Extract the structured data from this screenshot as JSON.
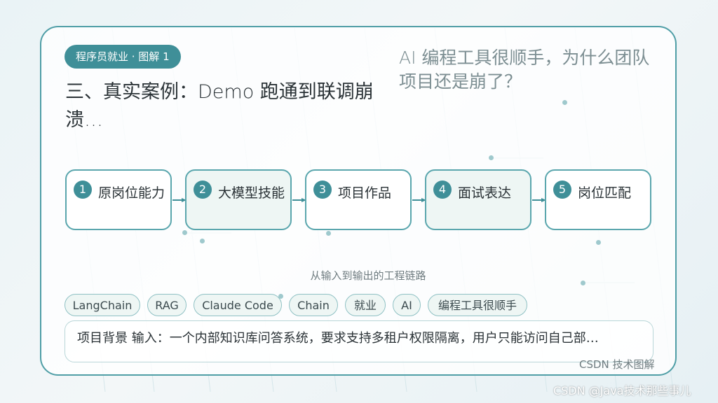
{
  "header": {
    "tag": "程序员就业 · 图解 1",
    "title_main": "三、真实案例：Demo 跑通到联调崩溃…",
    "title_side": "AI 编程工具很顺手，为什么团队项目还是崩了？"
  },
  "flow": {
    "steps": [
      {
        "num": "1",
        "label": "原岗位能力"
      },
      {
        "num": "2",
        "label": "大模型技能"
      },
      {
        "num": "3",
        "label": "项目作品"
      },
      {
        "num": "4",
        "label": "面试表达"
      },
      {
        "num": "5",
        "label": "岗位匹配"
      }
    ],
    "caption": "从输入到输出的工程链路"
  },
  "chips": [
    "LangChain",
    "RAG",
    "Claude Code",
    "Chain",
    "就业",
    "AI",
    "编程工具很顺手"
  ],
  "background": {
    "text": "项目背景 输入：一个内部知识库问答系统，要求支持多租户权限隔离，用户只能访问自己部…"
  },
  "footer": {
    "mark": "CSDN 技术图解",
    "watermark": "CSDN @Java技术那些事儿"
  },
  "colors": {
    "accent": "#3f8f98",
    "border": "#4f9ea6",
    "step_alt_bg": "#eef6f4"
  }
}
